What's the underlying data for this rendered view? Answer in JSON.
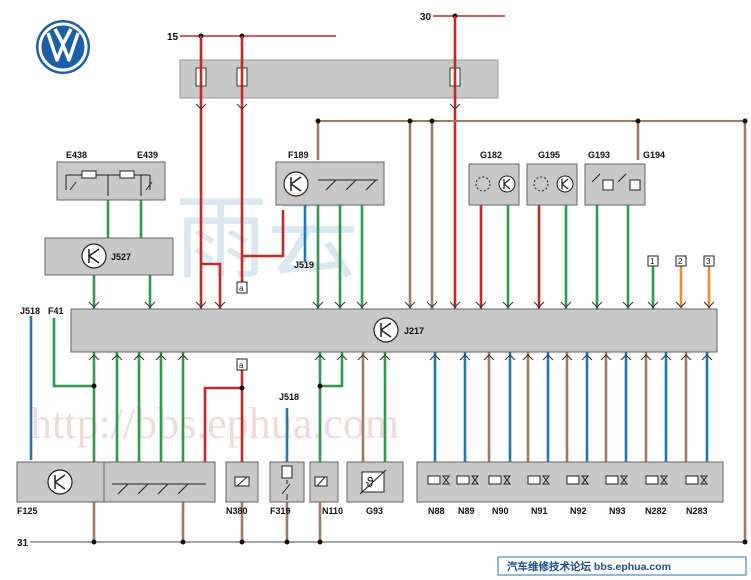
{
  "brand": {
    "logo_letters": "VW"
  },
  "rails": {
    "terminal_15": "15",
    "terminal_30": "30",
    "terminal_31": "31"
  },
  "components": {
    "e438": "E438",
    "e439": "E439",
    "j527": "J527",
    "f189": "F189",
    "g182": "G182",
    "g195": "G195",
    "g193": "G193",
    "g194": "G194",
    "j217": "J217",
    "j518_top": "J518",
    "f41": "F41",
    "j519": "J519",
    "f125": "F125",
    "n380": "N380",
    "j518_mid": "J518",
    "f319": "F319",
    "n110": "N110",
    "g93": "G93",
    "n88": "N88",
    "n89": "N89",
    "n90": "N90",
    "n91": "N91",
    "n92": "N92",
    "n93": "N93",
    "n282": "N282",
    "n283": "N283"
  },
  "connectors": {
    "c1": "1",
    "c2": "2",
    "c3": "3",
    "a_upper": "a",
    "a_lower": "a"
  },
  "watermark": {
    "url": "http://bbs.ephua.com",
    "chinese": "雨云"
  },
  "footer": {
    "forum_text": "汽车维修技术论坛 bbs.ephua.com"
  },
  "wire_colors": {
    "red": "#c62828",
    "green": "#2e9b4a",
    "blue": "#1f78b4",
    "brown": "#a37a5e",
    "orange": "#ef8b2c",
    "black": "#222222",
    "fuse_bar": "#c8c8c8"
  }
}
